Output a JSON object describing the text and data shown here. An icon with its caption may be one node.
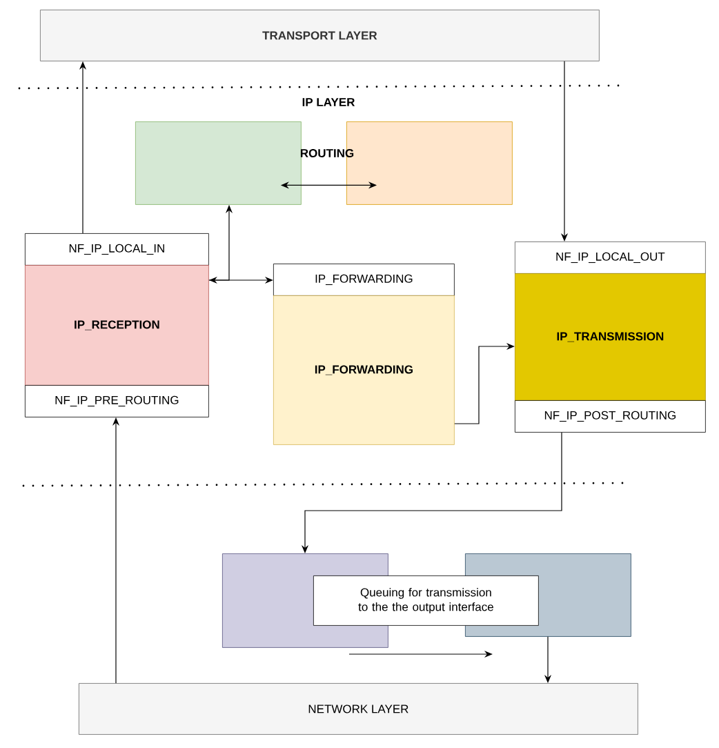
{
  "diagram": {
    "nodes": [
      {
        "text": [
          "TRANSPORT LAYER"
        ]
      },
      {
        "text": [],
        "shape": "box"
      },
      {
        "text": [],
        "shape": "box"
      },
      {
        "text": [
          "NF_IP_LOCAL_IN"
        ]
      },
      {
        "text": [
          "IP_RECEPTION"
        ]
      },
      {
        "text": [
          "NF_IP_PRE_ROUTING"
        ]
      },
      {
        "text": [
          "IP_FORWARDING"
        ]
      },
      {
        "text": [
          "IP_FORWARDING"
        ]
      },
      {
        "text": [
          "NF_IP_LOCAL_OUT"
        ]
      },
      {
        "text": [
          "IP_TRANSMISSION"
        ]
      },
      {
        "text": [
          "NF_IP_POST_ROUTING"
        ]
      },
      {
        "text": [],
        "shape": "box"
      },
      {
        "text": [],
        "shape": "box"
      },
      {
        "text": [
          "Queuing for transmission to the the output interface"
        ]
      },
      {
        "text": [
          "NETWORK LAYER"
        ]
      }
    ],
    "edges": [
      {
        "from": 1,
        "to": 2,
        "arrow": "both"
      },
      {
        "from": 3,
        "to": 0,
        "arrow": "to"
      },
      {
        "from": 4,
        "to": 6,
        "arrow": "both"
      },
      {
        "from": 4,
        "to": 1,
        "arrow": "to"
      },
      {
        "from": 0,
        "to": 8,
        "arrow": "to"
      },
      {
        "from": 7,
        "to": 9,
        "arrow": "to"
      },
      {
        "from": 10,
        "to": 11,
        "arrow": "to"
      },
      {
        "from": 12,
        "to": 14,
        "arrow": "to"
      },
      {
        "from": 14,
        "to": 5,
        "arrow": "to"
      }
    ],
    "labels": [
      "IP LAYER",
      "ROUTING"
    ]
  }
}
